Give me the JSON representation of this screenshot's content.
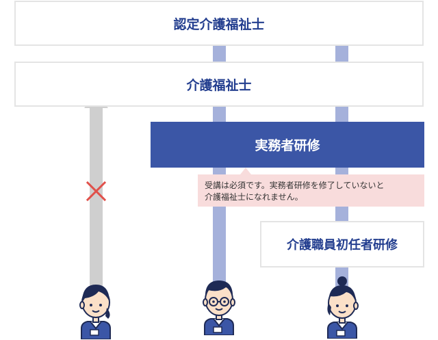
{
  "levels": {
    "certified": "認定介護福祉士",
    "certified_care_worker": "介護福祉士",
    "practical_training": "実務者研修",
    "initial_training": "介護職員初任者研修"
  },
  "note": {
    "line1": "受講は必須です。実務者研修を修了していないと",
    "line2": "介護福祉士になれません。"
  },
  "colors": {
    "navy": "#3b56a6",
    "text_blue": "#233e8f",
    "arrow_blue": "#a5b1db",
    "arrow_gray": "#cfcfcf",
    "cross_red": "#e0504a",
    "bubble_pink": "#f8dcdc"
  }
}
